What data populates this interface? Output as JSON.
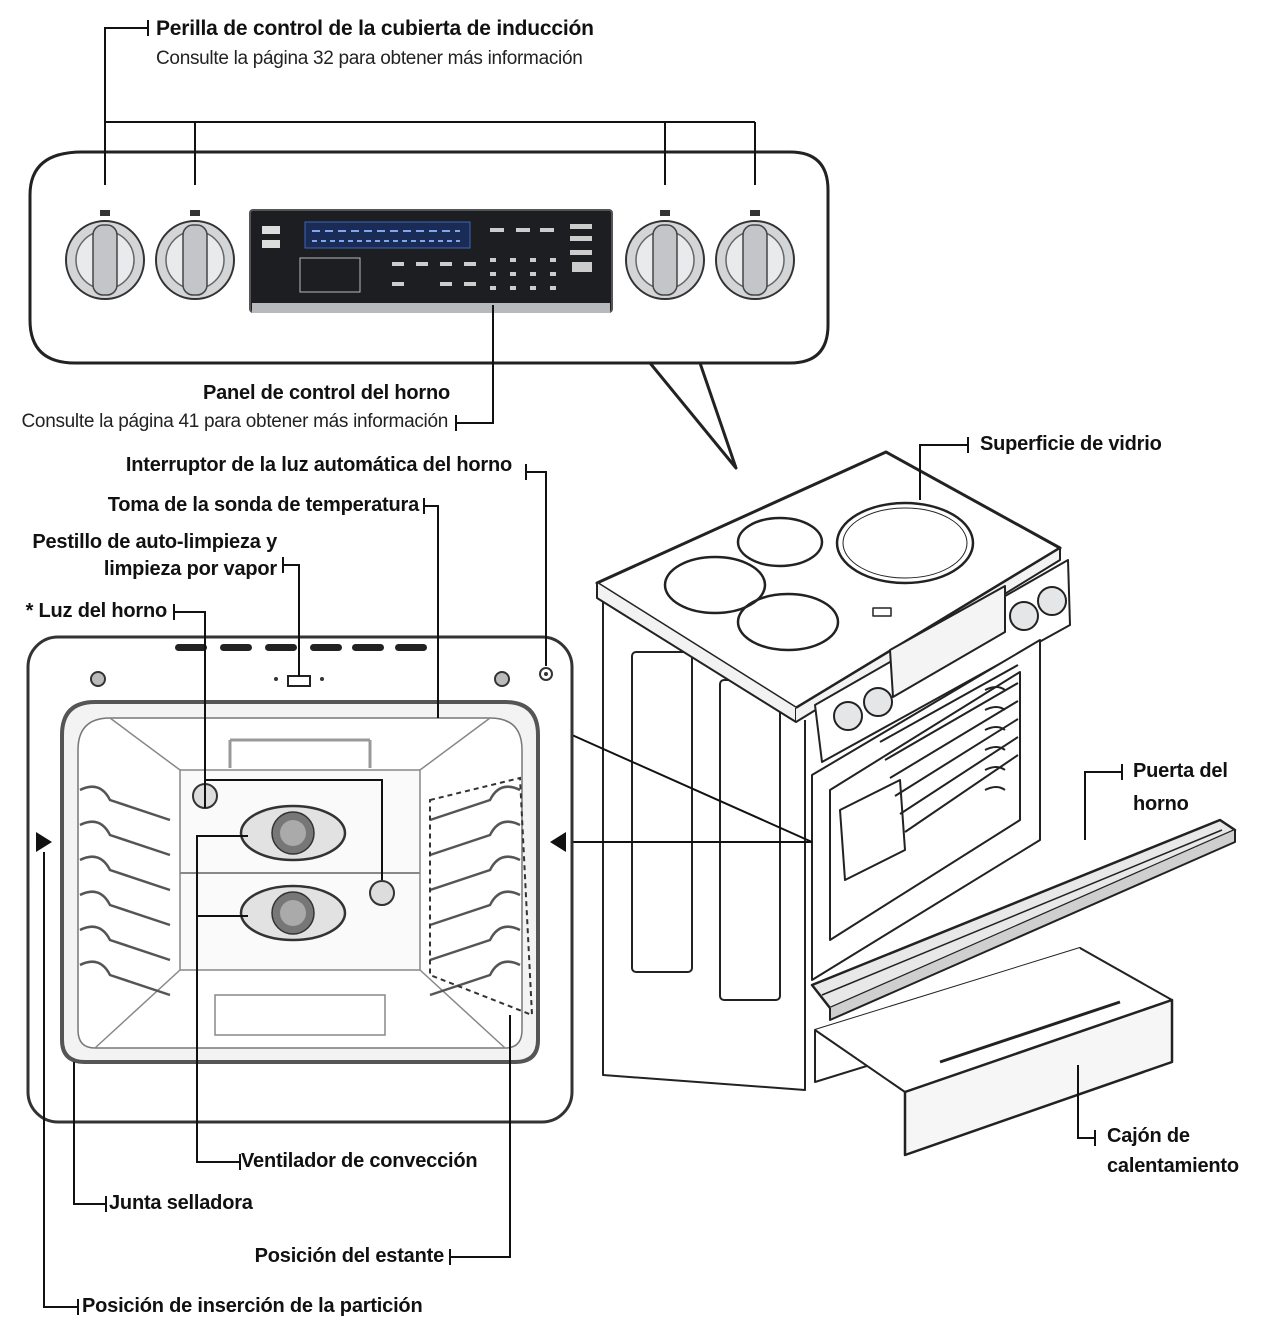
{
  "colors": {
    "line": "#111111",
    "panel_dark": "#1b1b1f",
    "display_blue": "#4a7fd6",
    "knob": "#b9bbbe",
    "metal": "#d7d8da"
  },
  "labels": {
    "perilla_title": "Perilla de control de la cubierta de inducción",
    "perilla_sub": "Consulte la página 32 para obtener más información",
    "panel_title": "Panel de control del horno",
    "panel_sub": "Consulte la página 41 para obtener más información",
    "interruptor": "Interruptor de la luz automática del horno",
    "toma": "Toma de la sonda de temperatura",
    "pestillo_1": "Pestillo de auto-limpieza y",
    "pestillo_2": "limpieza por vapor",
    "luz": "* Luz del horno",
    "superficie": "Superficie de vidrio",
    "puerta_1": "Puerta del",
    "puerta_2": "horno",
    "cajon_1": "Cajón de",
    "cajon_2": "calentamiento",
    "ventilador": "Ventilador de convección",
    "junta": "Junta selladora",
    "estante": "Posición del estante",
    "particion": "Posición de inserción de la partición"
  }
}
